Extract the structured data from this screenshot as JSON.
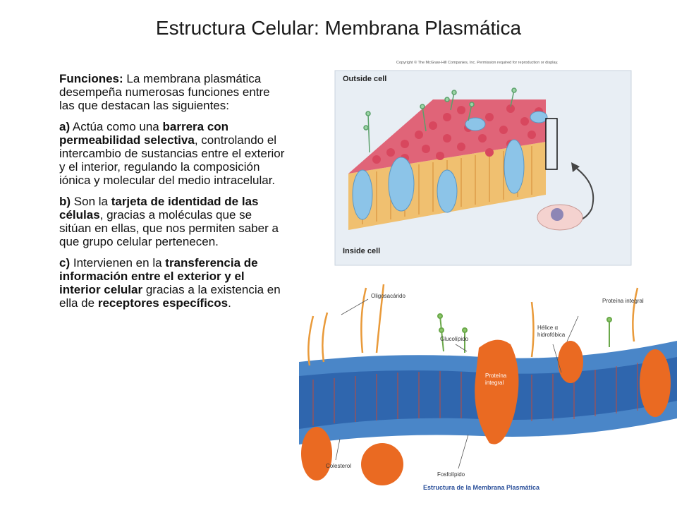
{
  "slide": {
    "title": "Estructura Celular: Membrana Plasmática"
  },
  "text": {
    "intro_bold": "Funciones:",
    "intro_rest": " La membrana plasmática desempeña numerosas funciones entre las que destacan las siguientes:",
    "a_bold": "a)",
    "a_1": " Actúa como una ",
    "a_bold2": "barrera con permeabilidad selectiva",
    "a_2": ", controlando el intercambio de sustancias entre el exterior y el interior, regulando la composición iónica y molecular del medio intracelular.",
    "b_bold": "b)",
    "b_1": " Son la ",
    "b_bold2": "tarjeta de identidad de las células",
    "b_2": ", gracias a moléculas que se sitúan en ellas, que nos permiten saber a que grupo celular pertenecen.",
    "c_bold": "c)",
    "c_1": " Intervienen en la ",
    "c_bold2": "transferencia de información entre el exterior y el interior celular",
    "c_2": " gracias a la existencia en ella de ",
    "c_bold3": "receptores específicos",
    "c_3": "."
  },
  "figure_top": {
    "copyright": "Copyright © The McGraw-Hill Companies, Inc. Permission required for reproduction or display.",
    "outside_label": "Outside cell",
    "inside_label": "Inside cell"
  },
  "figure_bottom": {
    "oligosacarido": "Oligosacárido",
    "glucolipido": "Glucolípido",
    "proteina_integral_top": "Proteína integral",
    "helice": "Hélice α hidrofóbica",
    "proteina_integral_mid": "Proteína integral",
    "fosfolipido": "Fosfolípido",
    "colesterol": "Colesterol",
    "caption": "Estructura de la Membrana Plasmática"
  },
  "colors": {
    "head_red": "#d8475e",
    "tail_orange": "#e8a24a",
    "protein_blue": "#8cc4e8",
    "bg_blue": "#e8eef4",
    "bilayer_blue": "#4a86c8",
    "protein_orange": "#ea6a22",
    "caption_blue": "#2a4f9a"
  }
}
